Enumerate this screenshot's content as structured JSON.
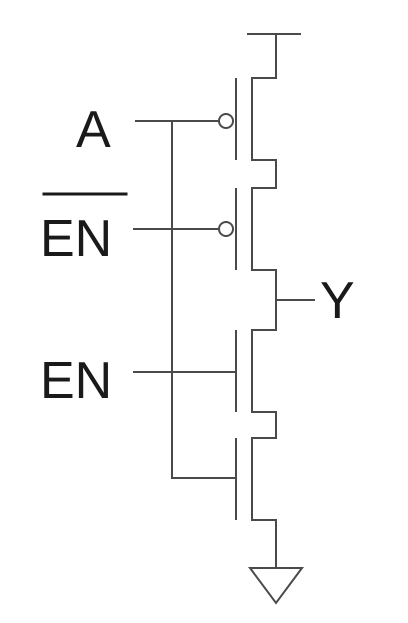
{
  "labels": {
    "input_a": "A",
    "input_en_bar": "EN",
    "input_en": "EN",
    "output_y": "Y"
  },
  "colors": {
    "wire": "#4a4a4a",
    "text": "#1a1a1a",
    "background": "#ffffff"
  },
  "components": {
    "pmos_count": 2,
    "nmos_count": 2,
    "supply": "vdd-bar",
    "ground": "ground-triangle"
  }
}
